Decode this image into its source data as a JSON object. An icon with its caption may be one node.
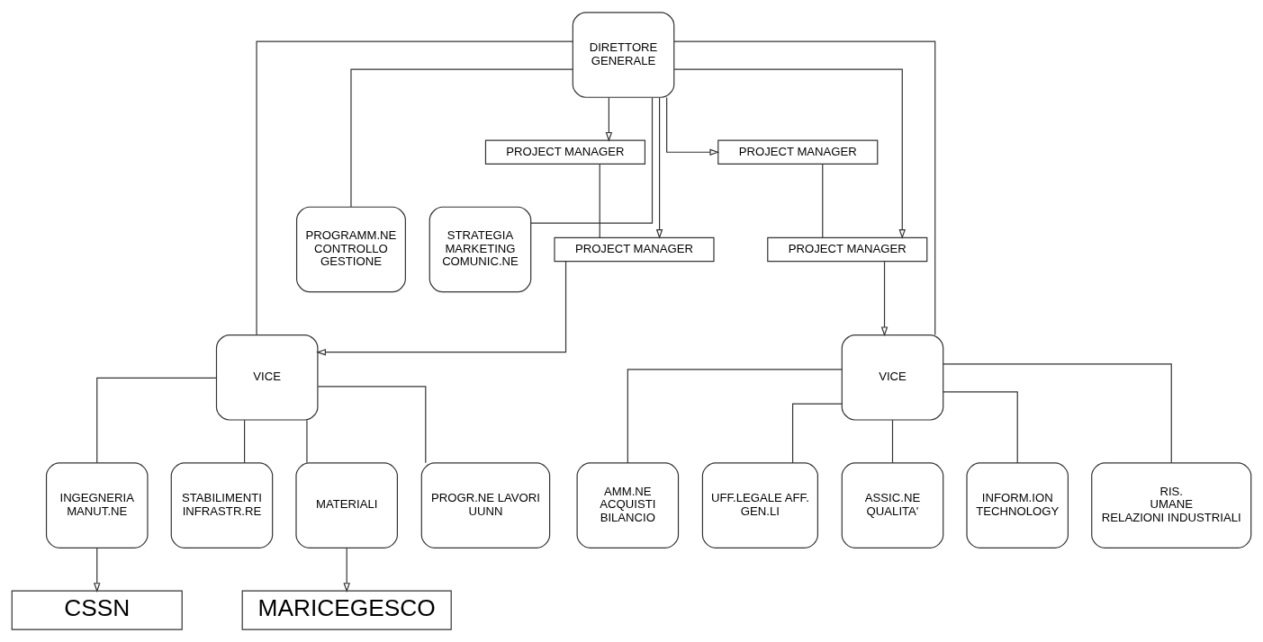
{
  "diagram": {
    "nodes": [
      {
        "text": [
          "DIRETTORE GENERALE"
        ]
      },
      {
        "text": [
          "PROJECT MANAGER"
        ]
      },
      {
        "text": [
          "PROJECT MANAGER"
        ]
      },
      {
        "text": [
          "PROGRAMM.NE CONTROLLO GESTIONE"
        ]
      },
      {
        "text": [
          "STRATEGIA MARKETING COMUNIC.NE"
        ]
      },
      {
        "text": [
          "PROJECT MANAGER"
        ]
      },
      {
        "text": [
          "PROJECT MANAGER"
        ]
      },
      {
        "text": [
          "VICE"
        ]
      },
      {
        "text": [
          "VICE"
        ]
      },
      {
        "text": [
          "PROGR.NE LAVORI UUNN"
        ]
      },
      {
        "text": [
          "INGEGNERIA MANUT.NE"
        ]
      },
      {
        "text": [
          "STABILIMENTI INFRASTR.RE"
        ]
      },
      {
        "text": [
          "MATERIALI"
        ]
      },
      {
        "text": [
          "UFF.LEGALE AFF. GEN.LI"
        ]
      },
      {
        "text": [
          "ASSIC.NE QUALITA'"
        ]
      },
      {
        "text": [
          "INFORM.ION TECHNOLOGY"
        ]
      },
      {
        "text": [
          "RIS. UMANE RELAZIONI INDUSTRIALI"
        ]
      },
      {
        "text": [
          "AMM.NE ACQUISTI BILANCIO"
        ]
      },
      {
        "text": [
          "CSSN"
        ]
      },
      {
        "text": [
          "MARICEGESCO"
        ]
      }
    ],
    "edges": [
      {
        "from": 0,
        "to": 1,
        "arrow": "to"
      },
      {
        "from": 0,
        "to": 2,
        "arrow": "to"
      },
      {
        "from": 0,
        "to": 5,
        "arrow": "to"
      },
      {
        "from": 0,
        "to": 6,
        "arrow": "to"
      },
      {
        "from": 1,
        "to": 2,
        "arrow": "none"
      },
      {
        "from": 5,
        "to": 6,
        "arrow": "none"
      },
      {
        "from": 0,
        "to": 3,
        "arrow": "none"
      },
      {
        "from": 0,
        "to": 4,
        "arrow": "none"
      },
      {
        "from": 0,
        "to": 7,
        "arrow": "none"
      },
      {
        "from": 0,
        "to": 8,
        "arrow": "none"
      },
      {
        "from": 2,
        "to": 7,
        "arrow": "to"
      },
      {
        "from": 6,
        "to": 8,
        "arrow": "to"
      },
      {
        "from": 7,
        "to": 9,
        "arrow": "none"
      },
      {
        "from": 7,
        "to": 10,
        "arrow": "none"
      },
      {
        "from": 7,
        "to": 11,
        "arrow": "none"
      },
      {
        "from": 7,
        "to": 12,
        "arrow": "none"
      },
      {
        "from": 8,
        "to": 13,
        "arrow": "none"
      },
      {
        "from": 8,
        "to": 14,
        "arrow": "none"
      },
      {
        "from": 8,
        "to": 15,
        "arrow": "none"
      },
      {
        "from": 8,
        "to": 16,
        "arrow": "none"
      },
      {
        "from": 8,
        "to": 17,
        "arrow": "none"
      },
      {
        "from": 10,
        "to": 18,
        "arrow": "to"
      },
      {
        "from": 12,
        "to": 19,
        "arrow": "to"
      }
    ]
  }
}
